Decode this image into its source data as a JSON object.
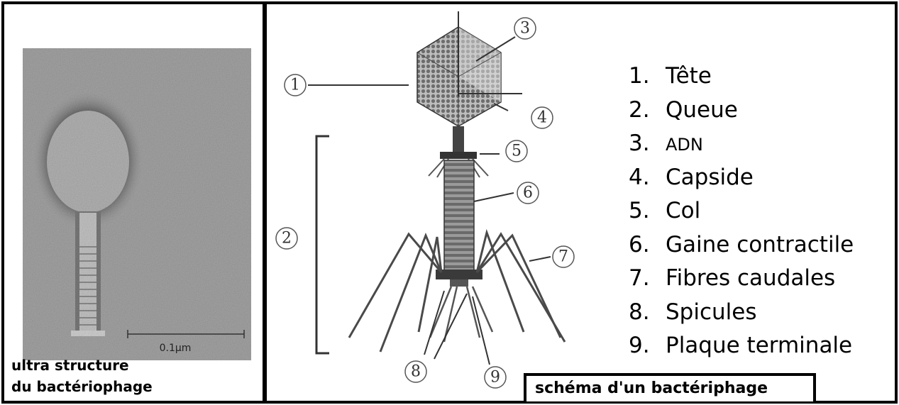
{
  "left_panel": {
    "caption_line1": "ultra structure",
    "caption_line2": "du bactériophage",
    "scale_label": "0.1µm"
  },
  "right_panel": {
    "caption": "schéma d'un bactériphage",
    "callouts": [
      "1",
      "2",
      "3",
      "4",
      "5",
      "6",
      "7",
      "8",
      "9"
    ],
    "legend": [
      {
        "num": "1.",
        "label": "Tête"
      },
      {
        "num": "2.",
        "label": "Queue"
      },
      {
        "num": "3.",
        "label": "ADN"
      },
      {
        "num": "4.",
        "label": "Capside"
      },
      {
        "num": "5.",
        "label": "Col"
      },
      {
        "num": "6.",
        "label": "Gaine contractile"
      },
      {
        "num": "7.",
        "label": "Fibres caudales"
      },
      {
        "num": "8.",
        "label": "Spicules"
      },
      {
        "num": "9.",
        "label": "Plaque terminale"
      }
    ]
  }
}
